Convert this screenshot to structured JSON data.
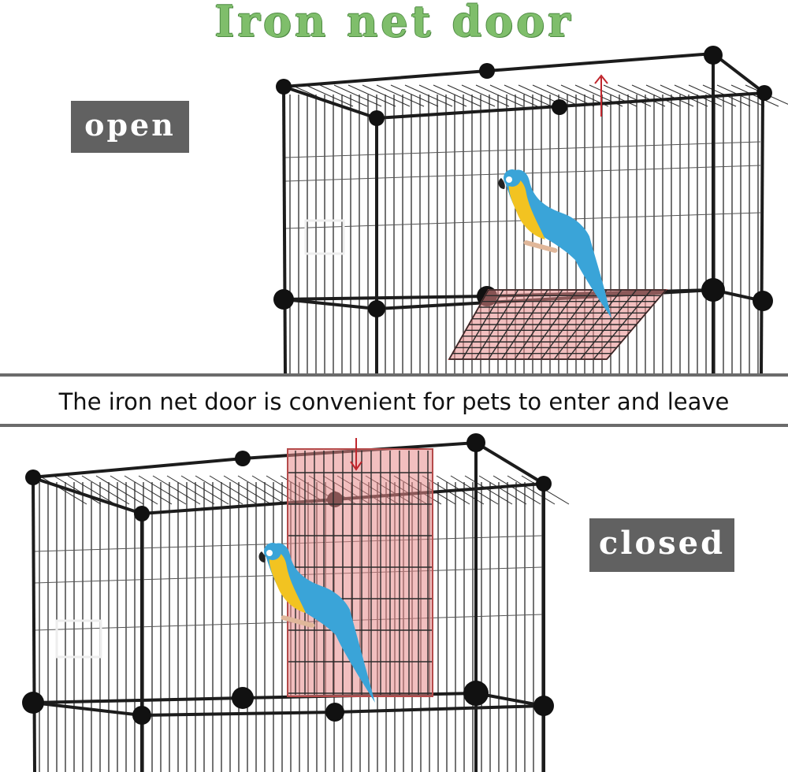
{
  "title": "Iron net door",
  "open_label": "open",
  "closed_label": "closed",
  "caption": "The iron net door is convenient for pets to enter and leave",
  "colors": {
    "title_green": "#7fbe6b",
    "label_bg": "#616161",
    "door_highlight": "#e88a8a",
    "arrow_red": "#c0262d",
    "wire": "#1c1c1c"
  },
  "icons": {
    "open_panel_image": "bird-cage-open-door",
    "closed_panel_image": "bird-cage-closed-door",
    "parrot": "blue-and-gold-macaw",
    "arrow": "red-arrow"
  }
}
